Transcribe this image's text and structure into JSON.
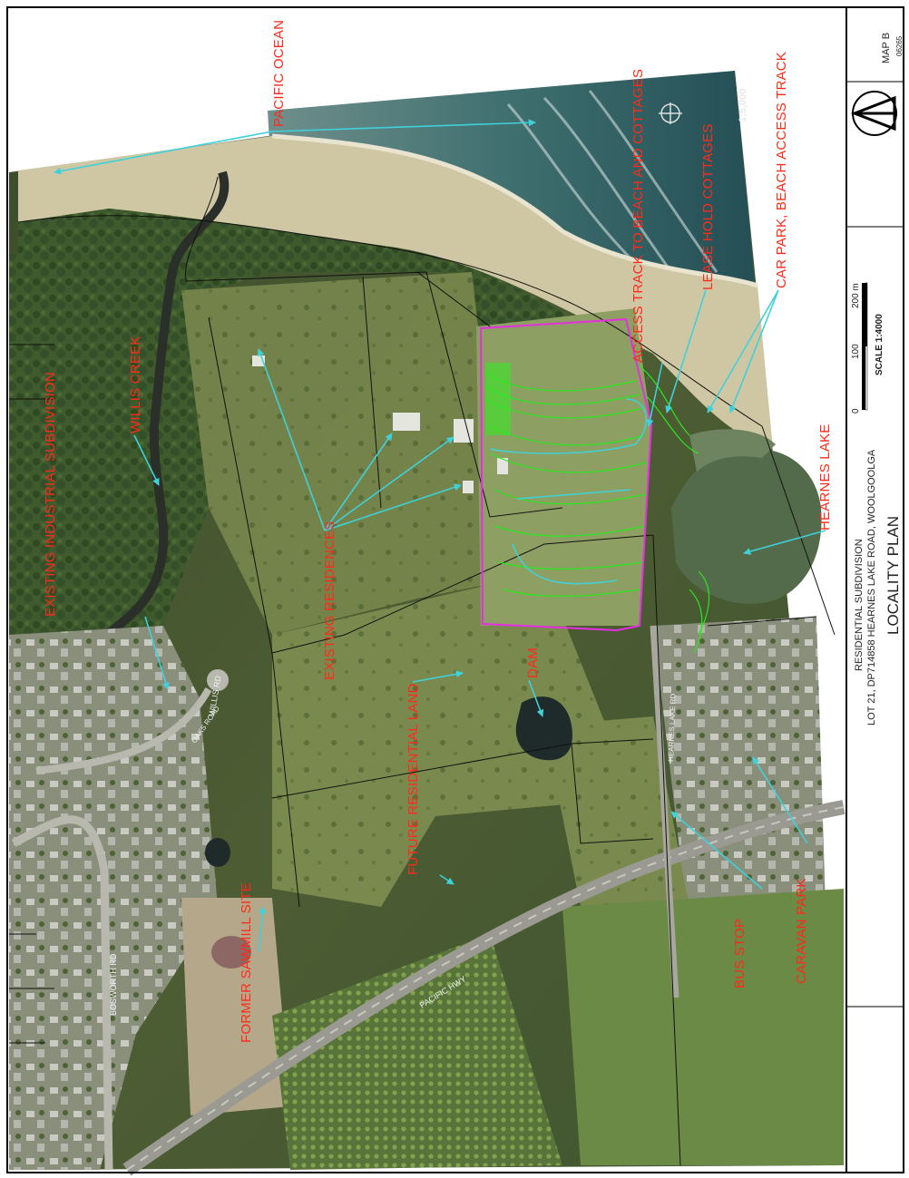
{
  "map": {
    "labels": {
      "pacific_ocean": "PACIFIC OCEAN",
      "hearnes_lake": "HEARNES LAKE",
      "access_track": "ACCESS TRACK TO BEACH AND COTTAGES",
      "lease_hold": "LEASE HOLD COTTAGES",
      "car_park": "CAR PARK, BEACH ACCESS TRACK",
      "willis_creek": "WILLIS CREEK",
      "industrial": "EXISTING INDUSTRIAL SUBDIVISION",
      "residences": "EXISTING RESIDENCES",
      "future_land": "FUTURE RESIDENTIAL LAND",
      "dam": "DAM",
      "sawmill": "FORMER SAWMILL SITE",
      "bus_stop": "BUS STOP",
      "caravan_park": "CARAVAN PARK"
    },
    "road_labels": {
      "willis_rd": "WILLIS RD",
      "bosworth_rd": "BOSWORTH RD",
      "hearnes_lake_rd": "HEARNES LAKE RD",
      "pacific_hwy": "PACIFIC HWY",
      "oaks_rd": "OAKS ROAD"
    },
    "inset_scale": "1:5,000",
    "colors": {
      "label": "#ff2a1a",
      "leader": "#3fd1d9",
      "contour": "#29e81f",
      "boundary": "#e62fe0"
    }
  },
  "title_block": {
    "map_number": "MAP B",
    "drawing_ref": "06265",
    "project_line1": "RESIDENTIAL SUBDIVISION",
    "project_line2": "LOT 21, DP714858 HEARNES LAKE ROAD, WOOLGOOLGA",
    "plan_title": "LOCALITY PLAN",
    "scale_text": "SCALE 1:4000",
    "scale_ticks": [
      "0",
      "100",
      "200 m"
    ]
  }
}
